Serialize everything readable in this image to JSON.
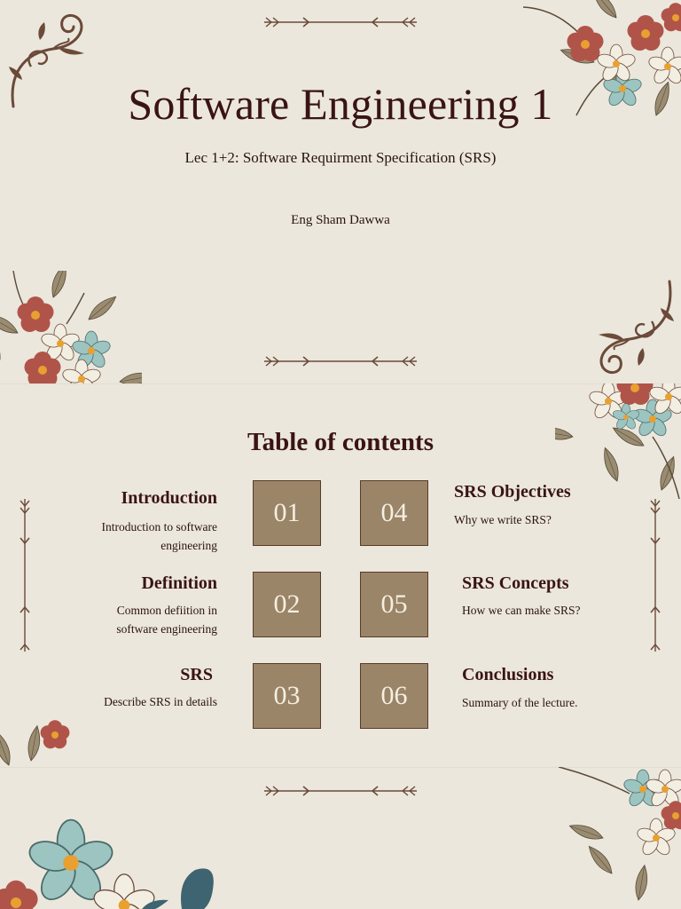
{
  "title_slide": {
    "title": "Software Engineering 1",
    "subtitle": "Lec 1+2: Software Requirment Specification (SRS)",
    "author": "Eng Sham Dawwa"
  },
  "toc_slide": {
    "heading": "Table of contents",
    "items": [
      {
        "number": "01",
        "title": "Introduction",
        "description_lines": [
          "Introduction to software",
          "engineering"
        ]
      },
      {
        "number": "02",
        "title": "Definition",
        "description_lines": [
          "Common defiition in",
          "software engineering"
        ]
      },
      {
        "number": "03",
        "title": "SRS",
        "description_lines": [
          "Describe SRS in details"
        ]
      },
      {
        "number": "04",
        "title": "SRS Objectives",
        "description_lines": [
          "Why we write SRS?"
        ]
      },
      {
        "number": "05",
        "title": "SRS Concepts",
        "description_lines": [
          "How we can make SRS?"
        ]
      },
      {
        "number": "06",
        "title": "Conclusions",
        "description_lines": [
          "Summary of the lecture."
        ]
      }
    ]
  },
  "colors": {
    "background": "#ebe7dc",
    "title_text": "#3a1414",
    "number_box": "#9a8568",
    "ornament": "#6b4a3a",
    "flower_red": "#b0544a",
    "flower_blue": "#9cc4c0",
    "flower_cream": "#f3eee2",
    "leaf": "#9a8c70"
  },
  "icons": [
    "arrow-divider-icon",
    "swirl-ornament-icon",
    "flower-bouquet-icon",
    "vertical-arrow-divider-icon"
  ]
}
